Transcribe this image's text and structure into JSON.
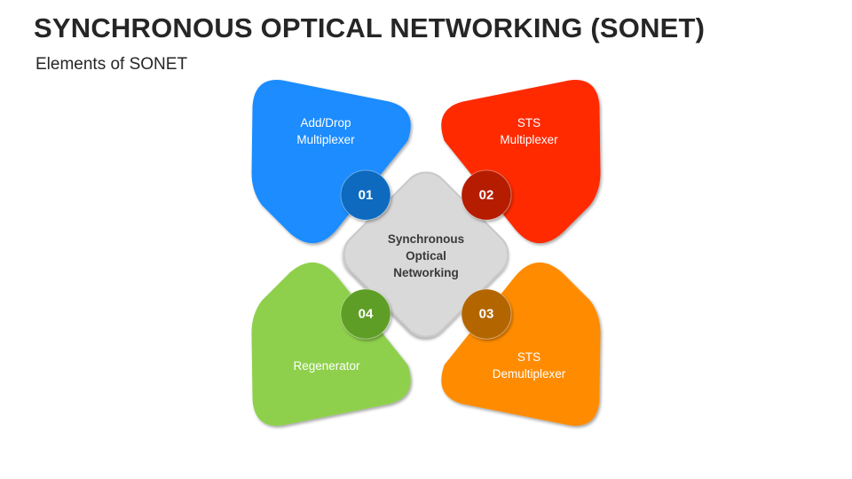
{
  "header": {
    "title": "SYNCHRONOUS OPTICAL NETWORKING (SONET)",
    "subtitle": "Elements of SONET"
  },
  "center": {
    "lines": [
      "Synchronous",
      "Optical",
      "Networking"
    ],
    "color": "#d9d9d9"
  },
  "elements": [
    {
      "number": "01",
      "lines": [
        "Add/Drop",
        "Multiplexer"
      ],
      "color": "#1a8cff",
      "badge_color": "#0b6bbf"
    },
    {
      "number": "02",
      "lines": [
        "STS",
        "Multiplexer"
      ],
      "color": "#ff2a00",
      "badge_color": "#b51e00"
    },
    {
      "number": "03",
      "lines": [
        "STS",
        "Demultiplexer"
      ],
      "color": "#ff8c00",
      "badge_color": "#b36600"
    },
    {
      "number": "04",
      "lines": [
        "Regenerator"
      ],
      "color": "#8ed04c",
      "badge_color": "#5e9e26"
    }
  ]
}
